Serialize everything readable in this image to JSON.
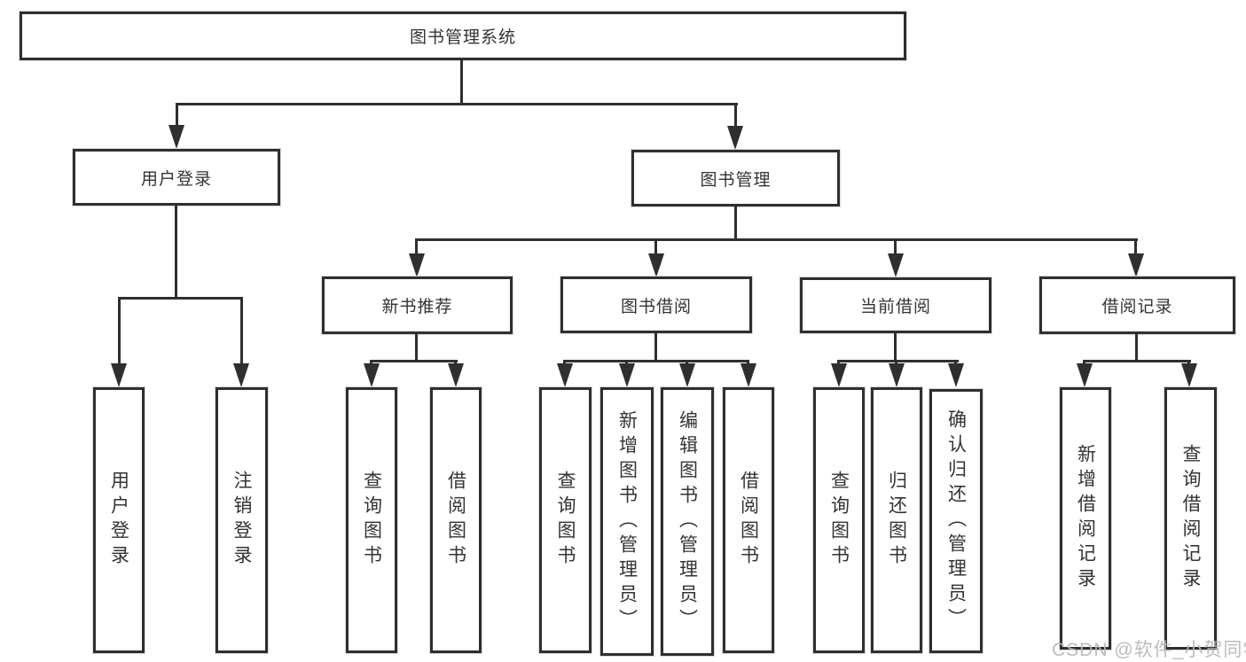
{
  "tree": {
    "label": "图书管理系统",
    "children": [
      {
        "label": "用户登录",
        "children": [
          {
            "label": "用户登录"
          },
          {
            "label": "注销登录"
          }
        ]
      },
      {
        "label": "图书管理",
        "children": [
          {
            "label": "新书推荐",
            "children": [
              {
                "label": "查询图书"
              },
              {
                "label": "借阅图书"
              }
            ]
          },
          {
            "label": "图书借阅",
            "children": [
              {
                "label": "查询图书"
              },
              {
                "label": "新增图书（管理员）"
              },
              {
                "label": "编辑图书（管理员）"
              },
              {
                "label": "借阅图书"
              }
            ]
          },
          {
            "label": "当前借阅",
            "children": [
              {
                "label": "查询图书"
              },
              {
                "label": "归还图书"
              },
              {
                "label": "确认归还（管理员）"
              }
            ]
          },
          {
            "label": "借阅记录",
            "children": [
              {
                "label": "新增借阅记录"
              },
              {
                "label": "查询借阅记录"
              }
            ]
          }
        ]
      }
    ]
  },
  "watermark": {
    "text": "CSDN @软件_小贺同学"
  },
  "colors": {
    "line": "#2f2f2f",
    "text": "#333333",
    "box_background": "#ffffff",
    "page_background": "#ffffff",
    "watermark": "#b9b9b9"
  }
}
